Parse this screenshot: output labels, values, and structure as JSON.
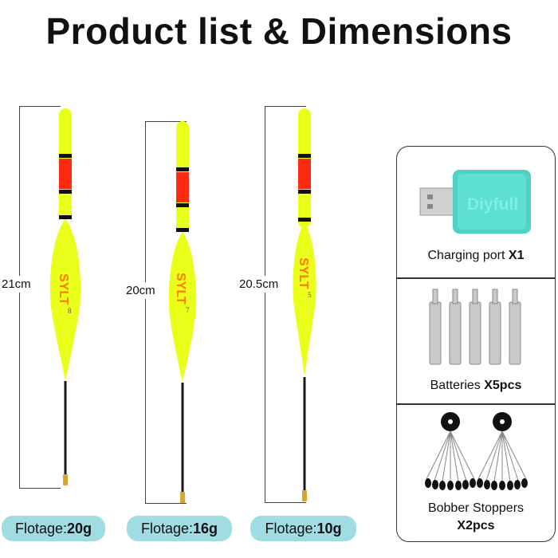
{
  "title": "Product list & Dimensions",
  "floats": [
    {
      "length": "21cm",
      "flotage_label": "Flotage:",
      "flotage_value": "20g",
      "brand": "SYLT",
      "number": "8"
    },
    {
      "length": "20cm",
      "flotage_label": "Flotage:",
      "flotage_value": "16g",
      "brand": "SYLT",
      "number": "7"
    },
    {
      "length": "20.5cm",
      "flotage_label": "Flotage:",
      "flotage_value": "10g",
      "brand": "SYLT",
      "number": "5"
    }
  ],
  "accessories": [
    {
      "name": "Charging port",
      "qty": "X1",
      "device_text": "Diyfull"
    },
    {
      "name": "Batteries",
      "qty": "X5pcs"
    },
    {
      "name": "Bobber Stoppers",
      "qty": "X2pcs"
    }
  ],
  "colors": {
    "float_body": "#eaff1a",
    "float_stripe": "#ff2a12",
    "pill": "#9fdde2",
    "charger": "#4fd2c4"
  }
}
